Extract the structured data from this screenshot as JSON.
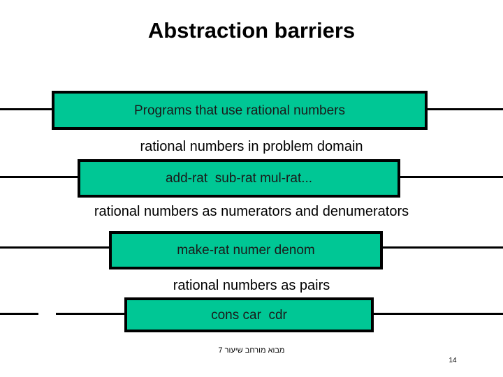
{
  "slide": {
    "title": "Abstraction barriers",
    "page_number": "14",
    "footer_note": "מבוא מורחב שיעור 7",
    "accent_color": "#00C795",
    "line_color": "#000000",
    "background_color": "#FFFFFF"
  },
  "boxes": [
    {
      "label": "Programs that use rational numbers"
    },
    {
      "label": "add-rat  sub-rat mul-rat..."
    },
    {
      "label": "make-rat numer denom"
    },
    {
      "label": "cons car  cdr"
    }
  ],
  "captions": [
    {
      "text": "rational numbers in problem domain"
    },
    {
      "text": "rational numbers as numerators and denumerators"
    },
    {
      "text": "rational numbers as pairs"
    }
  ]
}
